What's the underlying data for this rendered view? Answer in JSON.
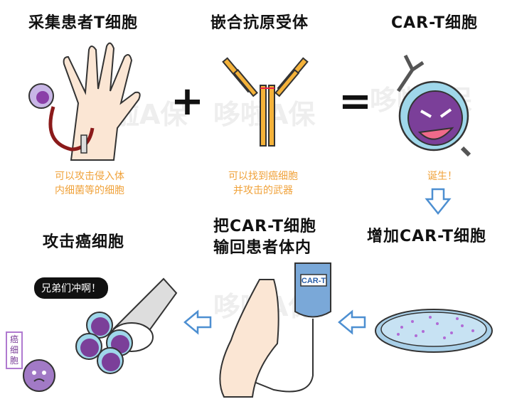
{
  "steps": {
    "collect": {
      "title": "采集患者T细胞",
      "caption_line1": "可以攻击侵入体",
      "caption_line2": "内细菌等的细胞"
    },
    "receptor": {
      "title": "嵌合抗原受体",
      "caption_line1": "可以找到癌细胞",
      "caption_line2": "并攻击的武器"
    },
    "cart": {
      "title": "CAR-T细胞",
      "caption": "诞生！"
    },
    "expand": {
      "title": "增加CAR-T细胞"
    },
    "infuse": {
      "title_line1": "把CAR-T细胞",
      "title_line2": "输回患者体内",
      "bag_label": "CAR-T"
    },
    "attack": {
      "title": "攻击癌细胞",
      "speech": "兄弟们冲啊！",
      "cancer_label": "癌细胞"
    }
  },
  "operators": {
    "plus": "+",
    "equals": "="
  },
  "watermark": "哆啦A保",
  "colors": {
    "accent_orange": "#f0a23a",
    "cell_purple": "#7b3f99",
    "cell_blue": "#9fd7ea",
    "arrow_blue": "#4d8fd1",
    "dish_blue": "#a8cfe8"
  }
}
